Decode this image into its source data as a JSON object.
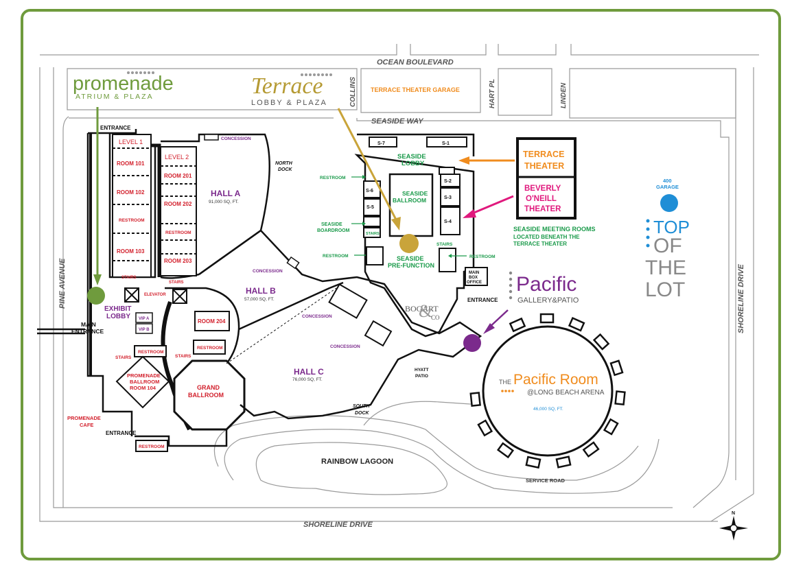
{
  "colors": {
    "frame": "#6f9b3d",
    "purple": "#7b2a8c",
    "red": "#d21f2b",
    "green": "#1a9a4a",
    "orange": "#f08c1e",
    "magenta": "#e0197d",
    "gold": "#c9a43a",
    "olive": "#b59a33",
    "blue": "#1f8ed6",
    "gray": "#8a8a8a"
  },
  "streets": {
    "ocean": "OCEAN BOULEVARD",
    "seaside": "SEASIDE WAY",
    "collins": "COLLINS",
    "hart": "HART PL",
    "linden": "LINDEN",
    "pine": "PINE AVENUE",
    "shoreline_bottom": "SHORELINE DRIVE",
    "shoreline_right": "SHORELINE DRIVE",
    "service": "SERVICE ROAD"
  },
  "logos": {
    "promenade": "promenade",
    "promenade_sub": "ATRIUM & PLAZA",
    "terrace": "Terrace",
    "terrace_sub": "LOBBY & PLAZA",
    "top1": "TOP",
    "top2": "OF",
    "top3": "THE",
    "top4": "LOT",
    "pacific": "Pacific",
    "pacific_sub": "GALLERY&PATIO",
    "pacific_room_the": "THE",
    "pacific_room": "Pacific Room",
    "pacific_room_sub": "@LONG BEACH ARENA",
    "bogart1": "BOGART",
    "bogart2": "&",
    "bogart3": "CO"
  },
  "labels": {
    "terrace_garage": "TERRACE THEATER GARAGE",
    "garage_400a": "400",
    "garage_400b": "GARAGE",
    "terrace_theater1": "TERRACE",
    "terrace_theater2": "THEATER",
    "beverly1": "BEVERLY",
    "beverly2": "O'NEILL",
    "beverly3": "THEATER",
    "meeting1": "SEASIDE MEETING ROOMS",
    "meeting2": "LOCATED BENEATH THE",
    "meeting3": "TERRACE THEATER",
    "hall_a": "HALL A",
    "hall_a_size": "91,000 SQ, FT.",
    "hall_b": "HALL B",
    "hall_b_size": "57,000 SQ, FT.",
    "hall_c": "HALL C",
    "hall_c_size": "76,000 SQ, FT.",
    "pacific_room_size": "46,000 SQ, FT.",
    "concession": "CONCESSION",
    "north_dock1": "NORTH",
    "north_dock2": "DOCK",
    "south_dock1": "SOUTH",
    "south_dock2": "DOCK",
    "hyatt1": "HYATT",
    "hyatt2": "PATIO",
    "entrance": "ENTRANCE",
    "main_entrance1": "MAIN",
    "main_entrance2": "ENTRANCE",
    "level1": "LEVEL 1",
    "level2": "LEVEL 2",
    "room101": "ROOM 101",
    "room102": "ROOM 102",
    "room103": "ROOM 103",
    "room201": "ROOM 201",
    "room202": "ROOM 202",
    "room203": "ROOM 203",
    "room204": "ROOM 204",
    "restroom": "RESTROOM",
    "stairs": "STAIRS",
    "elevator": "ELEVATOR",
    "exhibit1": "EXHIBIT",
    "exhibit2": "LOBBY",
    "vip_a": "VIP A",
    "vip_b": "VIP B",
    "prom_ballroom1": "PROMENADE",
    "prom_ballroom2": "BALLROOM",
    "prom_ballroom3": "ROOM 104",
    "grand1": "GRAND",
    "grand2": "BALLROOM",
    "prom_cafe1": "PROMENADE",
    "prom_cafe2": "CAFE",
    "seaside_lobby1": "SEASIDE",
    "seaside_lobby2": "LOBBY",
    "seaside_ballroom1": "SEASIDE",
    "seaside_ballroom2": "BALLROOM",
    "seaside_boardroom1": "SEASIDE",
    "seaside_boardroom2": "BOARDROOM",
    "seaside_pre1": "SEASIDE",
    "seaside_pre2": "PRE-FUNCTION",
    "s1": "S-1",
    "s2": "S-2",
    "s3": "S-3",
    "s4": "S-4",
    "s5": "S-5",
    "s6": "S-6",
    "s7": "S-7",
    "box1": "MAIN",
    "box2": "BOX",
    "box3": "OFFICE",
    "rainbow": "RAINBOW LAGOON",
    "compass_n": "N"
  }
}
